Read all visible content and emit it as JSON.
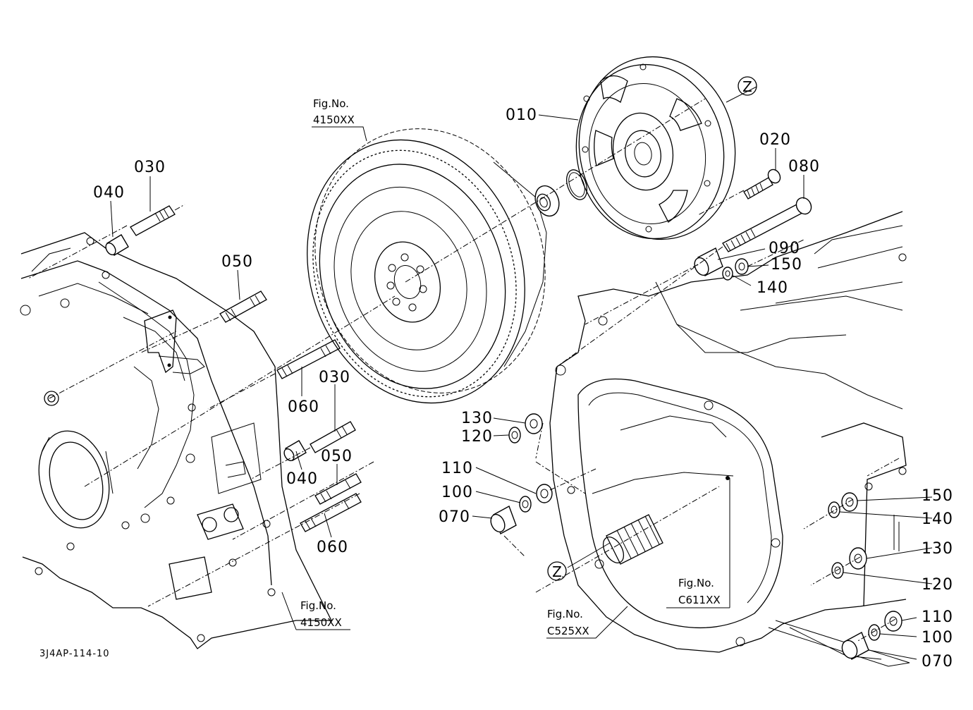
{
  "drawing_code": "3J4AP-114-10",
  "figure_refs": {
    "ref_4150_top": {
      "line1": "Fig.No.",
      "line2": "4150XX"
    },
    "ref_4150_bottom": {
      "line1": "Fig.No.",
      "line2": "4150XX"
    },
    "ref_c525": {
      "line1": "Fig.No.",
      "line2": "C525XX"
    },
    "ref_c611": {
      "line1": "Fig.No.",
      "line2": "C611XX"
    }
  },
  "view_markers": {
    "top": "Z",
    "bottom": "Z"
  },
  "part_labels": {
    "p010": "010",
    "p020": "020",
    "p080": "080",
    "p030_top": "030",
    "p040_top": "040",
    "p050_top": "050",
    "p060_mid": "060",
    "p030_mid": "030",
    "p040_mid": "040",
    "p050_mid": "050",
    "p060_low": "060",
    "p090": "090",
    "p150_top": "150",
    "p140_top": "140",
    "p130_left": "130",
    "p120_left": "120",
    "p110_left": "110",
    "p100_left": "100",
    "p070_left": "070",
    "p150_right": "150",
    "p140_right": "140",
    "p130_right": "130",
    "p120_right": "120",
    "p110_right": "110",
    "p100_right": "100",
    "p070_right": "070"
  }
}
